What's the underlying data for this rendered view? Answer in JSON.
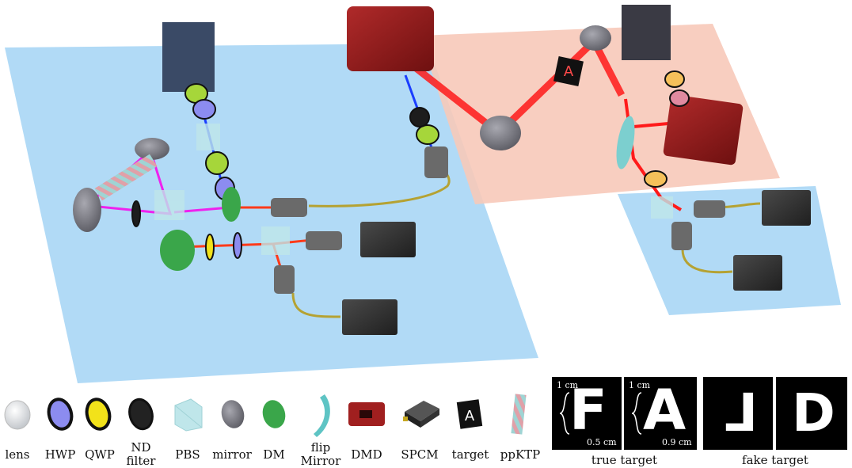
{
  "legend": {
    "items": [
      {
        "label": "lens",
        "icon": "lens-icon"
      },
      {
        "label": "HWP",
        "icon": "hwp-icon"
      },
      {
        "label": "QWP",
        "icon": "qwp-icon"
      },
      {
        "label": "ND\nfilter",
        "icon": "nd-filter-icon"
      },
      {
        "label": "PBS",
        "icon": "pbs-icon"
      },
      {
        "label": "mirror",
        "icon": "mirror-icon"
      },
      {
        "label": "DM",
        "icon": "dm-icon"
      },
      {
        "label": "flip\nMirror",
        "icon": "flip-mirror-icon"
      },
      {
        "label": "DMD",
        "icon": "dmd-icon"
      },
      {
        "label": "SPCM",
        "icon": "spcm-icon"
      },
      {
        "label": "target",
        "icon": "target-icon"
      },
      {
        "label": "ppKTP",
        "icon": "ppktp-icon"
      }
    ]
  },
  "targets": {
    "true_caption": "true target",
    "fake_caption": "fake target",
    "true_letters": [
      "F",
      "A"
    ],
    "fake_letters": [
      "⅃",
      "D"
    ],
    "true_f_height": "1 cm",
    "true_f_width": "0.5 cm",
    "true_a_height": "1 cm",
    "true_a_width": "0.9 cm",
    "target_glyph": "A"
  },
  "colors": {
    "blue_table": "#a9d6f5",
    "pink_table": "#f7c9b9",
    "red_beam": "#ff1a1a",
    "blue_beam": "#1a3dff",
    "magenta_beam": "#ee22ee",
    "fiber": "#b5a233",
    "hwp": "#8c8cf0",
    "qwp": "#f2e21a",
    "dm": "#3aa64a",
    "dmd": "#a01f1f",
    "spcm": "#3a3a3a"
  }
}
